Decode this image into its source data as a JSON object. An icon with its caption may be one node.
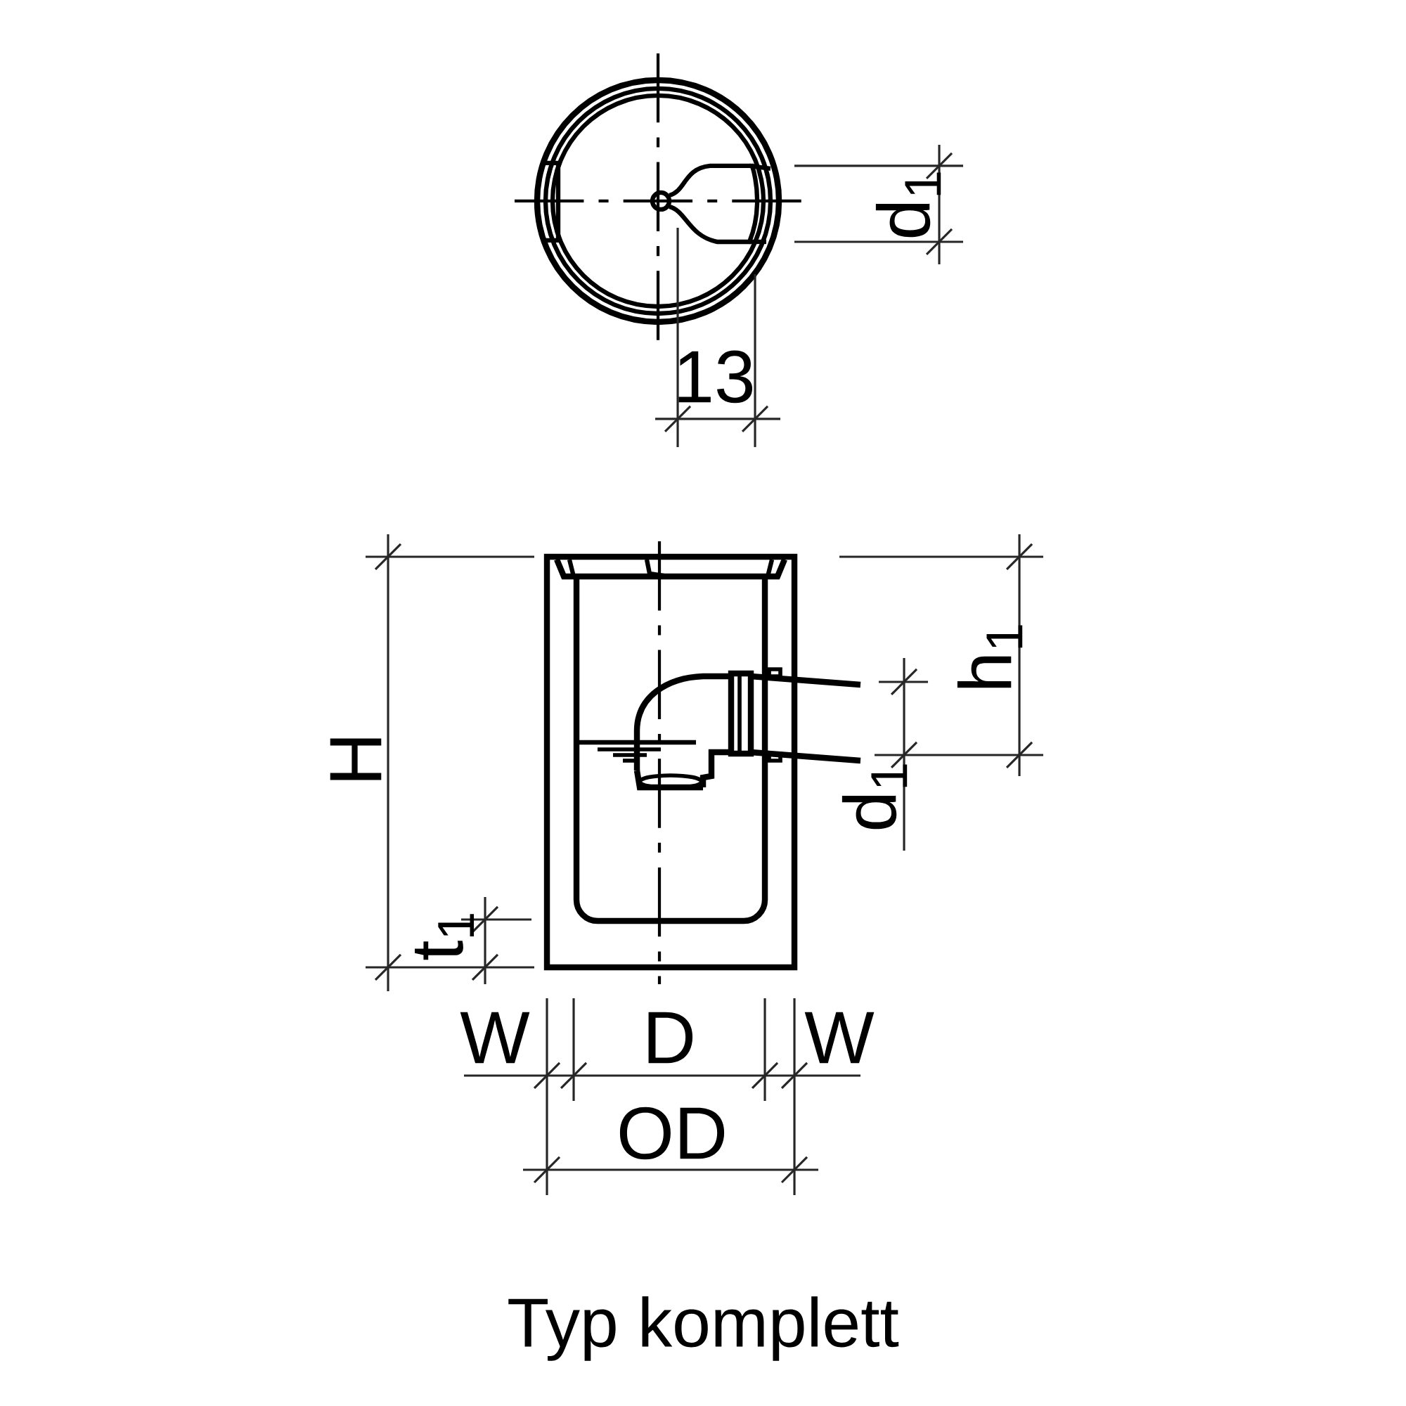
{
  "diagram": {
    "caption": "Typ komplett",
    "labels": [
      "d$_{1}$",
      "13",
      "H",
      "h$_{1}$",
      "d$_{1}$",
      "t$_{1}$",
      "W",
      "D",
      "W",
      "OD"
    ]
  }
}
